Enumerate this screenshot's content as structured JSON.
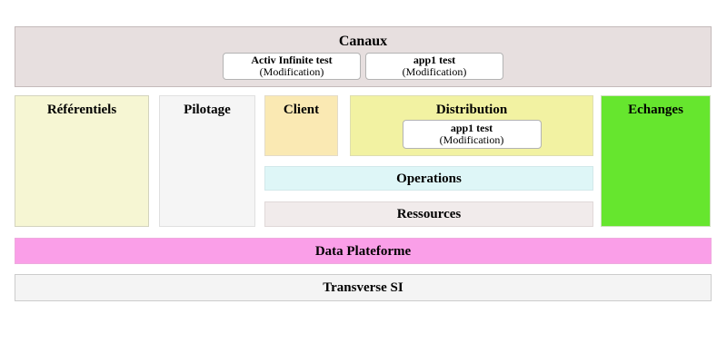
{
  "diagram": {
    "canaux": {
      "title": "Canaux",
      "apps": [
        {
          "name": "Activ Infinite test",
          "status": "(Modification)"
        },
        {
          "name": "app1 test",
          "status": "(Modification)"
        }
      ]
    },
    "referentiels": {
      "title": "Référentiels"
    },
    "pilotage": {
      "title": "Pilotage"
    },
    "client": {
      "title": "Client"
    },
    "distribution": {
      "title": "Distribution",
      "apps": [
        {
          "name": "app1 test",
          "status": "(Modification)"
        }
      ]
    },
    "operations": {
      "title": "Operations"
    },
    "ressources": {
      "title": "Ressources"
    },
    "echanges": {
      "title": "Echanges"
    },
    "data_plateforme": {
      "title": "Data Plateforme"
    },
    "transverse_si": {
      "title": "Transverse SI"
    }
  },
  "colors": {
    "canaux_bg": "#e7dfdf",
    "referentiels_bg": "#f6f6d3",
    "pilotage_bg": "#f5f5f5",
    "client_bg": "#fae9b3",
    "distribution_bg": "#f2f2a2",
    "operations_bg": "#def6f7",
    "ressources_bg": "#f1ebeb",
    "echanges_bg": "#66e62e",
    "data_plateforme_bg": "#fa9fe8",
    "transverse_si_bg": "#f4f4f4"
  }
}
